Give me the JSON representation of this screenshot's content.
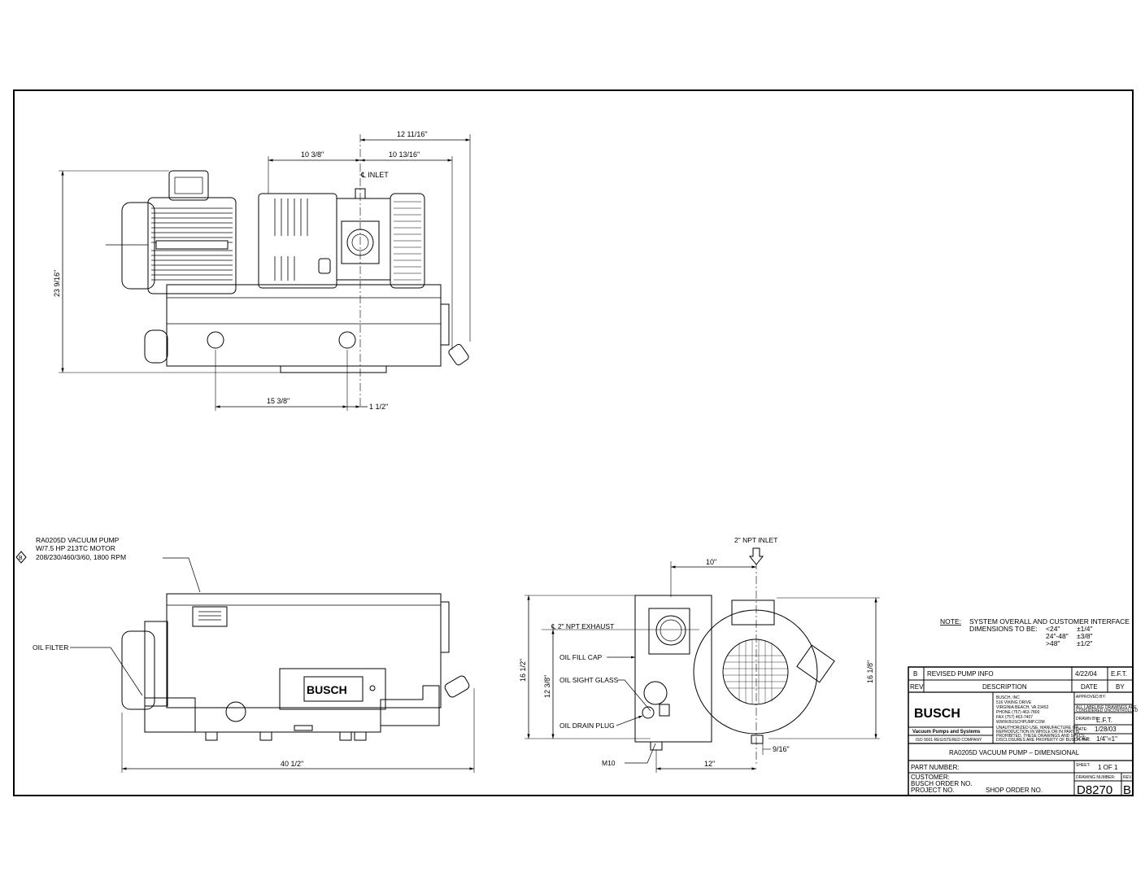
{
  "top_view": {
    "dims": {
      "d1": "12 11/16\"",
      "d2": "10 3/8\"",
      "d3": "10 13/16\"",
      "d4": "23 9/16\"",
      "d5": "15 3/8\"",
      "d6": "1 1/2\""
    },
    "inlet": "℄ INLET"
  },
  "side_view": {
    "callout": [
      "RA0205D VACUUM PUMP",
      "W/7.5 HP 213TC MOTOR",
      "208/230/460/3/60, 1800 RPM"
    ],
    "rev_mark": "B",
    "oil_filter": "OIL FILTER",
    "length": "40 1/2\"",
    "badge": "BUSCH"
  },
  "end_view": {
    "inlet": "2\" NPT INLET",
    "exhaust": "℄ 2\" NPT EXHAUST",
    "oil_fill": "OIL FILL CAP",
    "oil_sight": "OIL SIGHT GLASS",
    "oil_drain": "OIL DRAIN PLUG",
    "m10": "M10",
    "dims": {
      "w10": "10\"",
      "h16l": "16 1/2\"",
      "h12": "12 3/8\"",
      "h16r": "16 1/8\"",
      "w12": "12\"",
      "w916": "9/16\""
    }
  },
  "note": {
    "label": "NOTE:",
    "line1": "SYSTEM OVERALL AND CUSTOMER INTERFACE",
    "line2": "DIMENSIONS TO BE:",
    "t1": "<24\"",
    "v1": "±1/4\"",
    "t2": "24\"-48\"",
    "v2": "±3/8\"",
    "t3": ">48\"",
    "v3": "±1/2\""
  },
  "title_block": {
    "rev_letter": "B",
    "rev_desc": "REVISED PUMP INFO",
    "rev_date": "4/22/04",
    "rev_by": "E.F.T.",
    "h_rev": "REV.",
    "h_desc": "DESCRIPTION",
    "h_date": "DATE",
    "h_by": "BY",
    "logo": "BUSCH",
    "tagline": "Vacuum Pumps and Systems",
    "iso": "ISO 9001 REGISTERED COMPANY",
    "address": [
      "BUSCH, INC",
      "516 VIKING DRIVE",
      "VIRGINIA BEACH, VA 23452",
      "PHONE (757) 463-7800",
      "FAX (757) 463-7407",
      "WWW.BUSCHPUMP.COM"
    ],
    "approved": "APPROVED BY:",
    "approved_note": [
      "ALL LABELING DRAWINGS ARE",
      "CONSIDERED UNCONTROLLED"
    ],
    "drawn_label": "DRAWN BY:",
    "drawn": "E.F.T.",
    "legal": [
      "UNAUTHORIZED USE, MANUFACTURE OR",
      "REPRODUCTION IN WHOLE OR IN PART IS",
      "PROHIBITED. THESE DRAWINGS AND SPECS,",
      "DISCLOSURES ARE PROPERTY OF BUSCH, INC."
    ],
    "date_label": "DATE:",
    "date": "1/28/03",
    "scale_label": "SCALE:",
    "scale": "1/4\"=1\"",
    "title": "RA0205D VACUUM PUMP – DIMENSIONAL",
    "part": "PART NUMBER:",
    "sheet_label": "SHEET:",
    "sheet": "1 OF 1",
    "customer": "CUSTOMER:",
    "order": "BUSCH ORDER NO.",
    "project": "PROJECT NO.",
    "shop": "SHOP ORDER NO.",
    "dwg_label": "DRAWING NUMBER:",
    "rev_label": "REV.",
    "dwg": "D8270",
    "dwg_rev": "B"
  }
}
